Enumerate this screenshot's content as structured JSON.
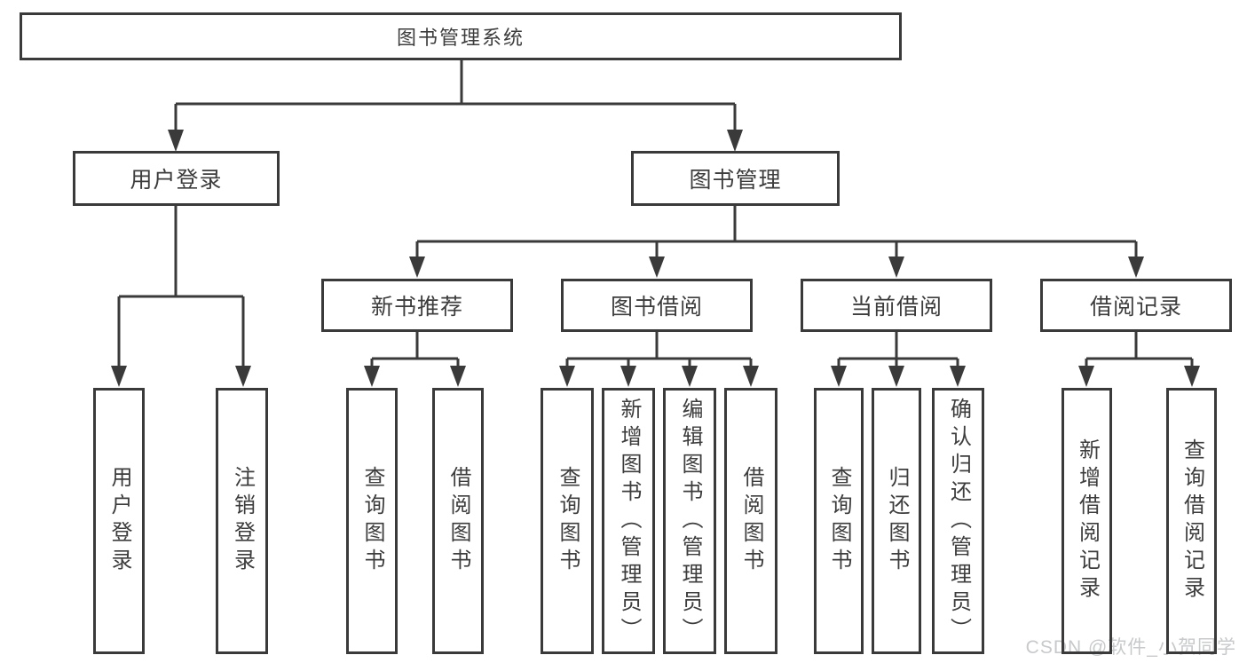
{
  "diagram": {
    "title": "图书管理系统",
    "type": "hierarchy-tree",
    "colors": {
      "line": "#3a3a3a",
      "border": "#3a3a3a",
      "text": "#3d3d3d",
      "background": "#ffffff",
      "watermark": "#c7c9cb"
    }
  },
  "nodes": {
    "root": {
      "label": "图书管理系统"
    },
    "level2": [
      {
        "label": "用户登录"
      },
      {
        "label": "图书管理"
      }
    ],
    "level3": [
      {
        "label": "新书推荐"
      },
      {
        "label": "图书借阅"
      },
      {
        "label": "当前借阅"
      },
      {
        "label": "借阅记录"
      }
    ],
    "leaves": {
      "user_login": [
        {
          "label": "用户登录"
        },
        {
          "label": "注销登录"
        }
      ],
      "new_books": [
        {
          "label": "查询图书"
        },
        {
          "label": "借阅图书"
        }
      ],
      "book_borrow": [
        {
          "label": "查询图书"
        },
        {
          "label": "新增图书（管理员）"
        },
        {
          "label": "编辑图书（管理员）"
        },
        {
          "label": "借阅图书"
        }
      ],
      "current_borrow": [
        {
          "label": "查询图书"
        },
        {
          "label": "归还图书"
        },
        {
          "label": "确认归还（管理员）"
        }
      ],
      "borrow_records": [
        {
          "label": "新增借阅记录"
        },
        {
          "label": "查询借阅记录"
        }
      ]
    }
  },
  "watermark": "CSDN @软件_小贺同学"
}
